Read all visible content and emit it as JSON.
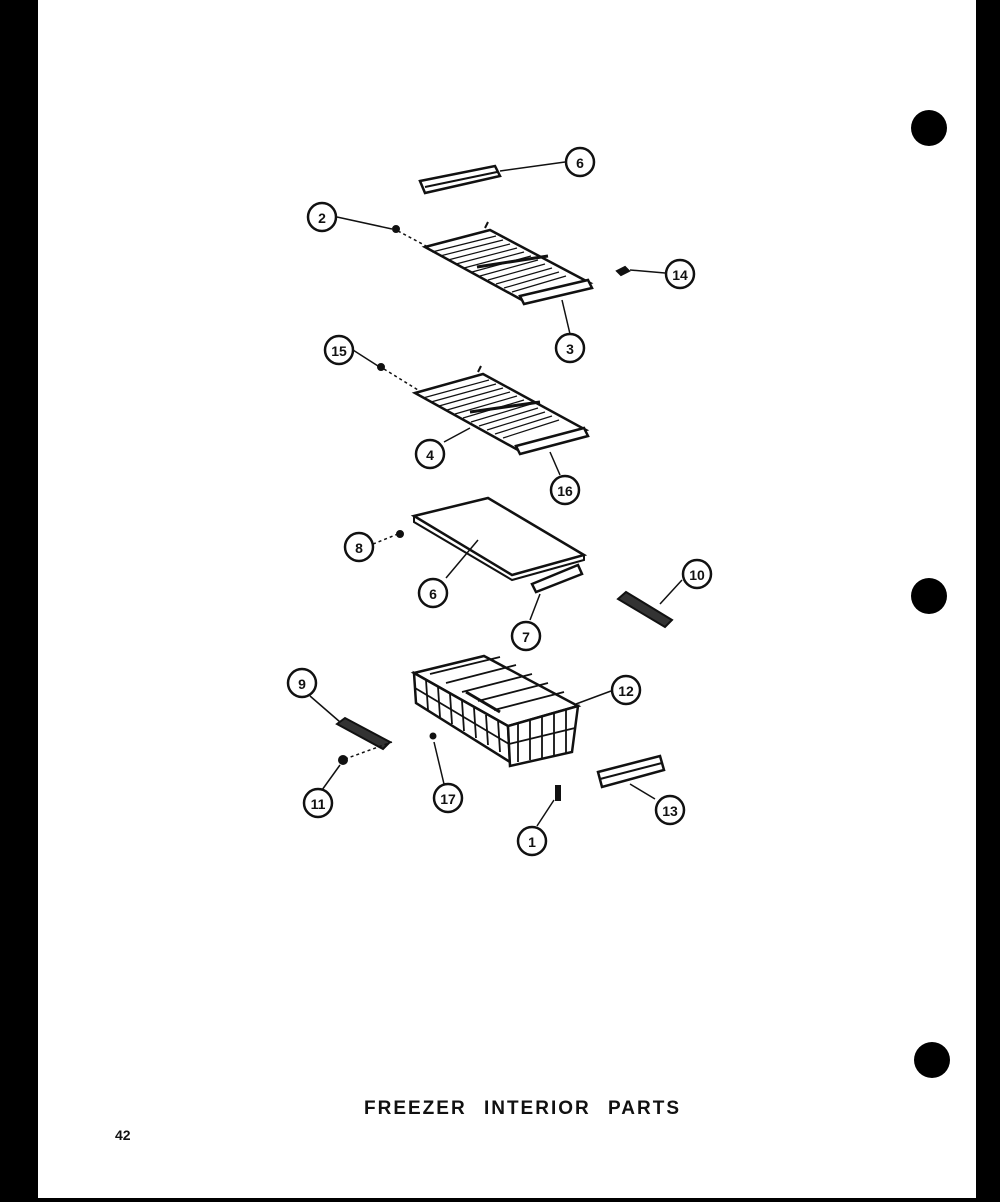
{
  "diagram": {
    "title": "FREEZER INTERIOR PARTS",
    "page_number": "42",
    "callouts": {
      "c6_top": "6",
      "c2": "2",
      "c14": "14",
      "c3": "3",
      "c15": "15",
      "c4": "4",
      "c16": "16",
      "c8": "8",
      "c6_shelf": "6",
      "c10": "10",
      "c7": "7",
      "c9": "9",
      "c12": "12",
      "c11": "11",
      "c17": "17",
      "c13": "13",
      "c1": "1"
    }
  }
}
